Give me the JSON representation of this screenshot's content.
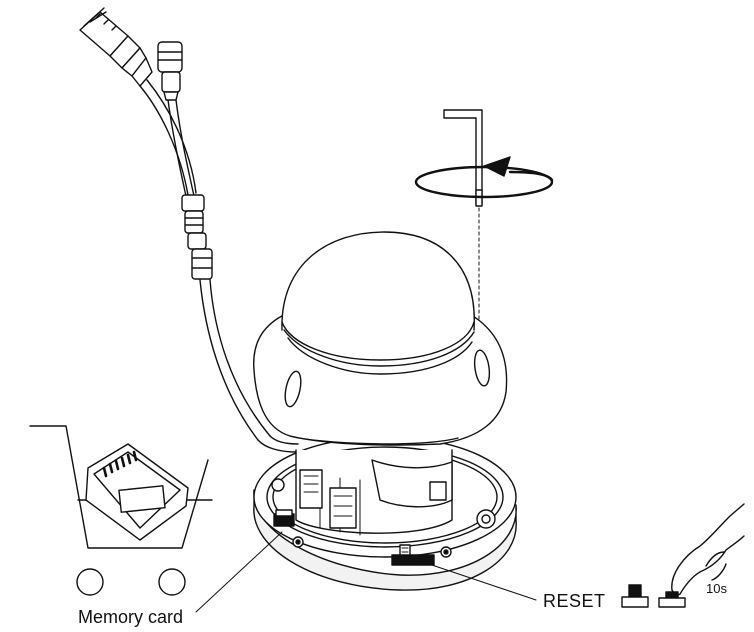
{
  "labels": {
    "memory_card": "Memory card",
    "reset": "RESET",
    "hold_time": "10s"
  },
  "colors": {
    "line": "#111111",
    "dome_shade": "#f2f2f2",
    "background": "#ffffff"
  }
}
